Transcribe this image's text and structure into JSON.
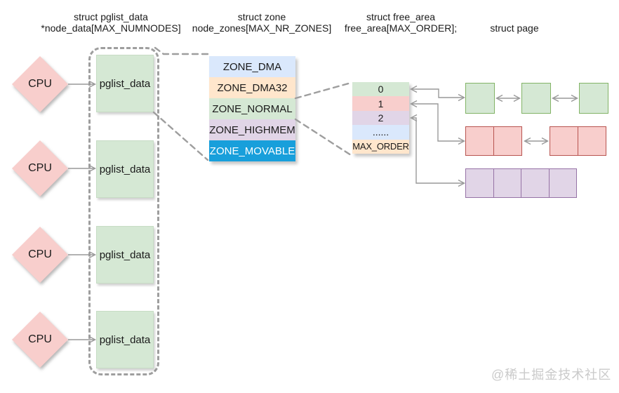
{
  "headers": {
    "pglist": {
      "line1": "struct pglist_data",
      "line2": "*node_data[MAX_NUMNODES]"
    },
    "zone": {
      "line1": "struct zone",
      "line2": "node_zones[MAX_NR_ZONES]"
    },
    "free_area": {
      "line1": "struct free_area",
      "line2": "free_area[MAX_ORDER];"
    },
    "page": {
      "line1": "struct page"
    }
  },
  "cpu_nodes": [
    {
      "label": "CPU"
    },
    {
      "label": "CPU"
    },
    {
      "label": "CPU"
    },
    {
      "label": "CPU"
    }
  ],
  "pglist_nodes": [
    {
      "label": "pglist_data"
    },
    {
      "label": "pglist_data"
    },
    {
      "label": "pglist_data"
    },
    {
      "label": "pglist_data"
    }
  ],
  "zones": [
    {
      "label": "ZONE_DMA",
      "fill": "#dae8fc",
      "text_color": "#1a1a1a"
    },
    {
      "label": "ZONE_DMA32",
      "fill": "#ffe6cc",
      "text_color": "#1a1a1a"
    },
    {
      "label": "ZONE_NORMAL",
      "fill": "#d5e8d4",
      "text_color": "#1a1a1a"
    },
    {
      "label": "ZONE_HIGHMEM",
      "fill": "#e1d5e7",
      "text_color": "#1a1a1a"
    },
    {
      "label": "ZONE_MOVABLE",
      "fill": "#189fdb",
      "text_color": "#ffffff"
    }
  ],
  "free_area_rows": [
    {
      "label": "0",
      "fill": "#d5e8d4"
    },
    {
      "label": "1",
      "fill": "#f8cecc"
    },
    {
      "label": "2",
      "fill": "#e1d5e7"
    },
    {
      "label": "......",
      "fill": "#dae8fc"
    },
    {
      "label": "MAX_ORDER",
      "fill": "#ffe6cc"
    }
  ],
  "page_lists": [
    {
      "order": "0",
      "grouping": "three single pages linked by double arrows",
      "block_sizes": [
        1,
        1,
        1
      ],
      "fill": "#d5e8d4",
      "border": "#82b366"
    },
    {
      "order": "1",
      "grouping": "two 2-page blocks linked by a double arrow",
      "block_sizes": [
        2,
        2
      ],
      "fill": "#f8cecc",
      "border": "#b85450"
    },
    {
      "order": "2",
      "grouping": "one 4-page block",
      "block_sizes": [
        4
      ],
      "fill": "#e1d5e7",
      "border": "#9673a6"
    }
  ],
  "watermark": "@稀土掘金技术社区",
  "colors": {
    "connector": "#999999",
    "dashed_line": "#9e9e9e",
    "cpu_fill": "#f8cecc",
    "pglist_fill": "#d5e8d4",
    "background": "#ffffff",
    "watermark": "#cacaca"
  }
}
